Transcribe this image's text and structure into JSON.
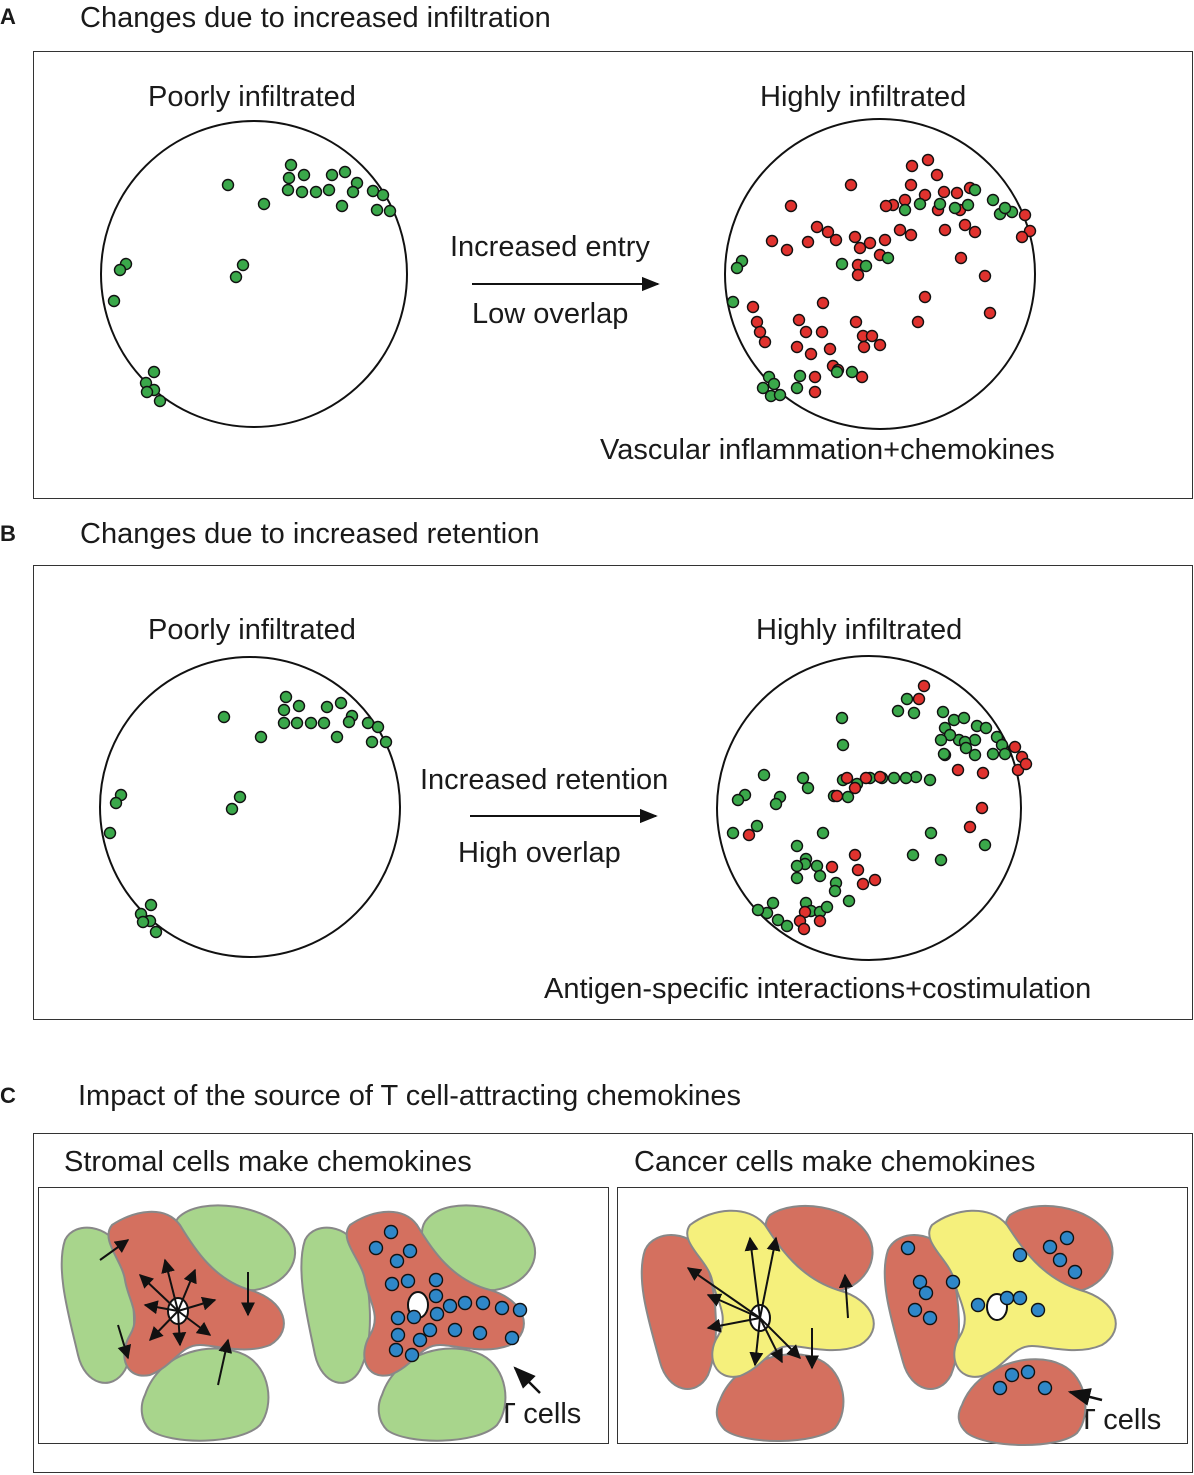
{
  "panel_a": {
    "letter": "A",
    "heading": "Changes due to increased infiltration",
    "left_label": "Poorly infiltrated",
    "right_label": "Highly infiltrated",
    "arrow_top": "Increased entry",
    "arrow_bottom": "Low overlap",
    "caption": "Vascular inflammation+chemokines"
  },
  "panel_b": {
    "letter": "B",
    "heading": "Changes due to increased retention",
    "left_label": "Poorly infiltrated",
    "right_label": "Highly infiltrated",
    "arrow_top": "Increased retention",
    "arrow_bottom": "High overlap",
    "caption": "Antigen-specific interactions+costimulation"
  },
  "panel_c": {
    "letter": "C",
    "heading": "Impact of the source of T cell-attracting chemokines",
    "left_title": "Stromal cells make chemokines",
    "right_title": "Cancer cells make chemokines",
    "left_tcell_label": "T cells",
    "right_tcell_label": "T cells"
  },
  "colors": {
    "green_cell": "#3aa84a",
    "red_cell": "#e0322e",
    "blue_tcell": "#2f87c8",
    "stroma_red": "#d4705f",
    "stroma_green": "#a8d58c",
    "cancer_yellow": "#f5f07c"
  }
}
